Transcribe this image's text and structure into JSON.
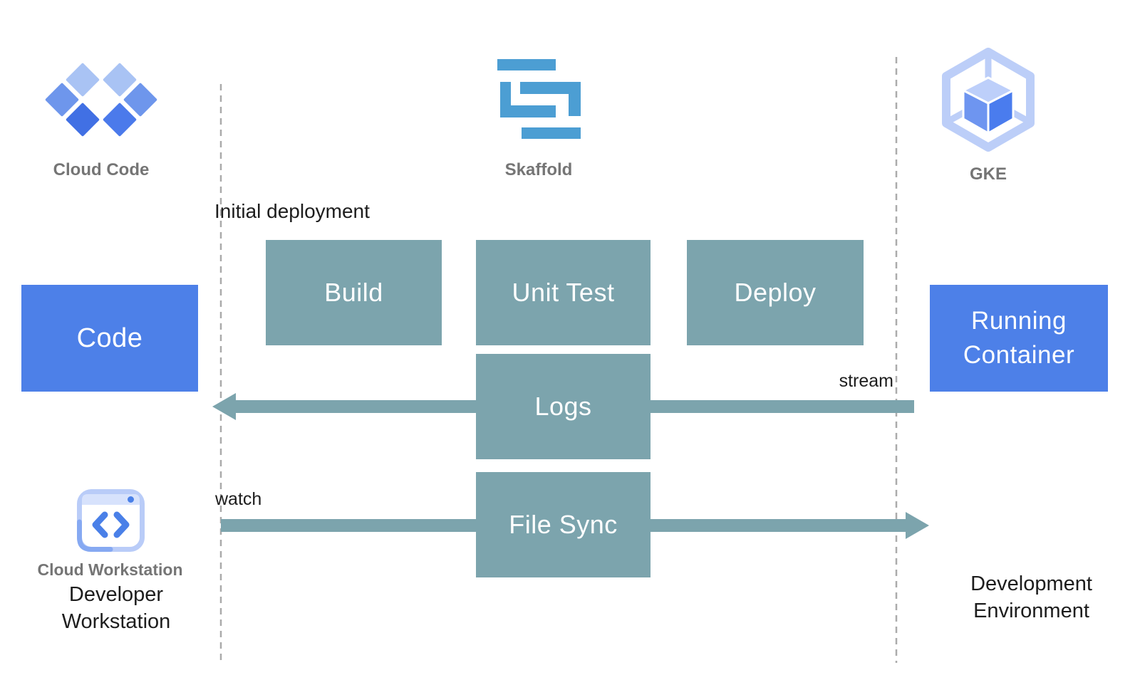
{
  "colors": {
    "teal": "#7ca4ad",
    "blue": "#4d80e8",
    "skaffold_blue": "#4c9ed3",
    "gke_hex_light": "#bccef8",
    "gke_cube_left": "#6e95f0",
    "gke_cube_right": "#4a7cee",
    "cloud_code_light": "#a9c3f4",
    "cloud_code_mid": "#6e96ec",
    "cloud_code_dark": "#4472e6",
    "label_gray": "#757575",
    "text_dark": "#1d1d1d",
    "dashed_line": "#ababab"
  },
  "logos": {
    "cloud_code": {
      "label": "Cloud Code"
    },
    "skaffold": {
      "label": "Skaffold"
    },
    "gke": {
      "label": "GKE"
    },
    "cloud_workstation": {
      "label": "Cloud Workstation"
    }
  },
  "boxes": {
    "code": "Code",
    "build": "Build",
    "unit_test": "Unit Test",
    "deploy": "Deploy",
    "logs": "Logs",
    "file_sync": "File Sync",
    "running_container": "Running Container"
  },
  "annotations": {
    "initial_deployment": "Initial deployment",
    "stream": "stream",
    "watch": "watch",
    "developer_workstation": "Developer Workstation",
    "development_environment": "Development Environment"
  }
}
